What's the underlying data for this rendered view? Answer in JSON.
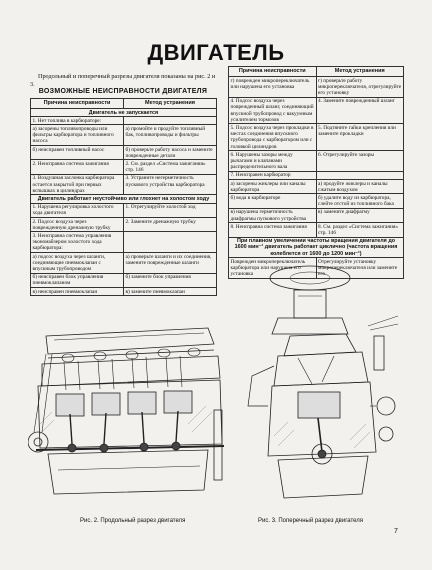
{
  "title": "ДВИГАТЕЛЬ",
  "intro": "Продольный и поперечный разрезы двигателя показаны на рис. 2 и 3.",
  "table_heading": "ВОЗМОЖНЫЕ НЕИСПРАВНОСТИ ДВИГАТЕЛЯ",
  "col_headers": [
    "Причина неисправности",
    "Метод устранения"
  ],
  "left_rows": [
    {
      "section": "Двигатель не запускается"
    },
    {
      "cause": "1. Нет топлива в карбюраторе:",
      "fix": ""
    },
    {
      "cause": "а) засорены топливопроводы или фильтры карбюратора и топливного насоса",
      "fix": "а) промойте и продуйте топливный бак, топливопроводы и фильтры"
    },
    {
      "cause": "б) неисправен топливный насос",
      "fix": "б) проверьте работу насоса и замените поврежденные детали"
    },
    {
      "cause": "2. Неисправна система зажигания",
      "fix": "2. См. раздел «Система зажигания» стр. 146"
    },
    {
      "cause": "3. Воздушная заслонка карбюратора остается закрытой при первых вспышках в цилиндрах",
      "fix": "3. Устраните негерметичность пускового устройства карбюратора"
    },
    {
      "section": "Двигатель работает неустойчиво или глохнет на холостом ходу"
    },
    {
      "cause": "1. Нарушена регулировка холостого хода двигателя",
      "fix": "1. Отрегулируйте холостой ход"
    },
    {
      "cause": "2. Подсос воздуха через поврежденную дренажную трубку",
      "fix": "2. Замените дренажную трубку"
    },
    {
      "cause": "3. Неисправна система управления экономайзером холостого хода карбюратора:",
      "fix": ""
    },
    {
      "cause": "а) подсос воздуха через шланги, соединяющие пневмоклапан с впускным трубопроводом",
      "fix": "а) проверьте шланги и их соединения, замените поврежденные шланги"
    },
    {
      "cause": "б) неисправен блок управления пневмоклапаном",
      "fix": "б) замените блок управления"
    },
    {
      "cause": "в) неисправен пневмоклапан",
      "fix": "в) замените пневмоклапан"
    }
  ],
  "right_rows": [
    {
      "cause": "г) поврежден микропереключатель или нарушена его установка",
      "fix": "г) проверьте работу микропереключателя, отрегулируйте его установку"
    },
    {
      "cause": "4. Подсос воздуха через поврежденный шланг, соединяющий впускной трубопровод с вакуумным усилителем тормозов",
      "fix": "4. Замените поврежденный шланг"
    },
    {
      "cause": "5. Подсос воздуха через прокладки в местах соединения впускного трубопровода с карбюратором или с головкой цилиндров",
      "fix": "5. Подтяните гайки крепления или замените прокладки"
    },
    {
      "cause": "6. Нарушены зазоры между рычагами и клапанами распределительного вала",
      "fix": "6. Отрегулируйте зазоры"
    },
    {
      "cause": "7. Неисправен карбюратор",
      "fix": ""
    },
    {
      "cause": "а) засорены жиклеры или каналы карбюратора",
      "fix": "а) продуйте жиклеры и каналы сжатым воздухом"
    },
    {
      "cause": "б) вода в карбюраторе",
      "fix": "б) удалите воду из карбюратора, слейте отстой из топливного бака"
    },
    {
      "cause": "в) нарушена герметичность диафрагмы пускового устройства",
      "fix": "в) замените диафрагму"
    },
    {
      "cause": "8. Неисправна система зажигания",
      "fix": "8. См. раздел «Система зажигания» стр. 146"
    },
    {
      "section": "При плавном увеличении частоты вращения двигателя до 1600 мин⁻¹ двигатель работает циклично (частота вращения колеблется от 1600 до 1200 мин⁻¹)"
    },
    {
      "cause": "Поврежден микропереключатель карбюратора или нарушена его установка",
      "fix": "Отрегулируйте установку микропереключателя или замените его"
    }
  ],
  "caption_left": "Рис. 2. Продольный разрез двигателя",
  "caption_right": "Рис. 3. Поперечный разрез двигателя",
  "page_number": "7"
}
